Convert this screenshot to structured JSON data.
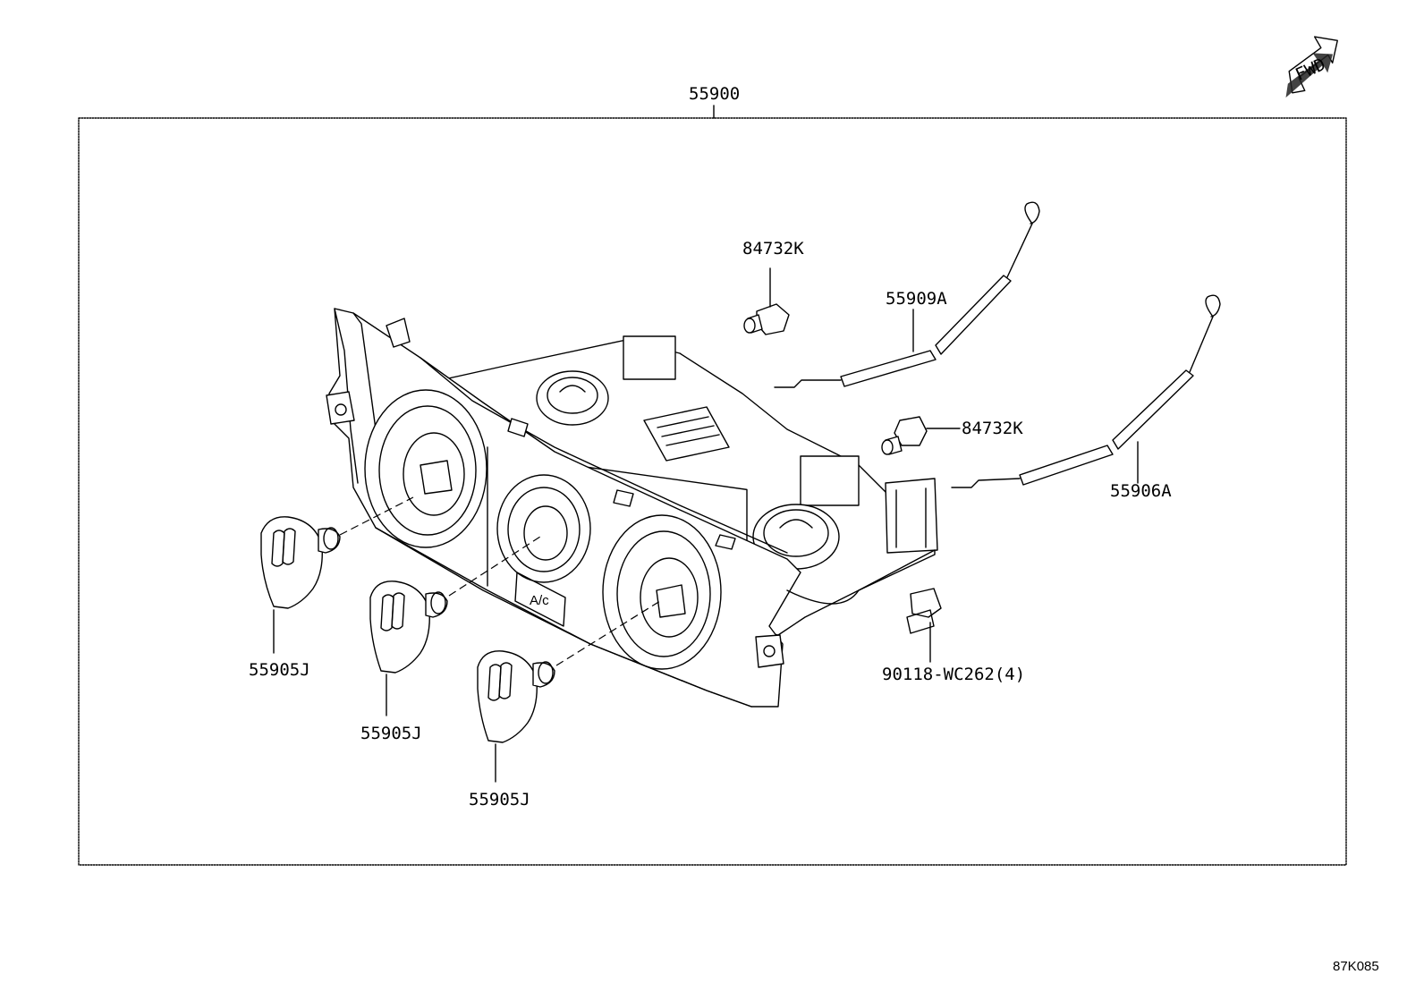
{
  "assembly_label": "55900",
  "fwd_label": "FWD",
  "figure_code": "87K085",
  "callouts": {
    "bulb_top": "84732K",
    "bulb_mid": "84732K",
    "cable_upper": "55909A",
    "cable_lower": "55906A",
    "clip": "90118-WC262(4)",
    "knob_left": "55905J",
    "knob_mid": "55905J",
    "knob_right": "55905J"
  }
}
